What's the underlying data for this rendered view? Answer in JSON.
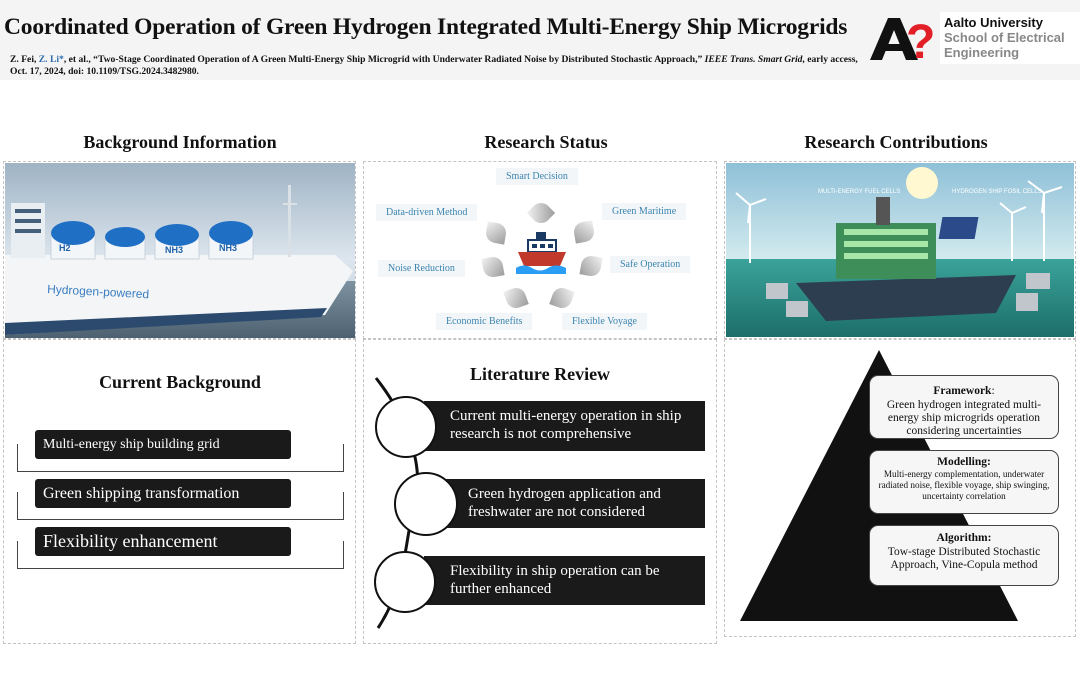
{
  "header": {
    "title": "Coordinated Operation of Green Hydrogen Integrated Multi-Energy Ship Microgrids",
    "citation": {
      "authors_prefix": "Z. Fei, ",
      "author_highlight": "Z. Li*",
      "authors_suffix": ", et al., “Two-Stage Coordinated Operation of A Green Multi-Energy Ship Microgrid with Underwater Radiated Noise by Distributed Stochastic Approach,” ",
      "journal": "IEEE Trans. Smart Grid",
      "details": ", early access, Oct. 17, 2024, doi: 10.1109/TSG.2024.3482980."
    },
    "logo": {
      "mark": "A?",
      "name": "Aalto University",
      "school": "School of Electrical",
      "dept": "Engineering"
    }
  },
  "background": {
    "title": "Background Information",
    "image_hull_text": "Hydrogen-powered",
    "tanks": [
      "H2",
      "NH3",
      "NH3"
    ]
  },
  "current_background": {
    "title": "Current Background",
    "items": [
      "Multi-energy ship building grid",
      "Green shipping transformation",
      "Flexibility enhancement"
    ]
  },
  "research_status": {
    "title": "Research Status",
    "labels": {
      "smart_decision": "Smart Decision",
      "data_driven": "Data-driven Method",
      "green_maritime": "Green Maritime",
      "noise_reduction": "Noise Reduction",
      "safe_operation": "Safe Operation",
      "economic_benefits": "Economic Benefits",
      "flexible_voyage": "Flexible Voyage"
    }
  },
  "literature_review": {
    "title": "Literature Review",
    "items": [
      "Current multi-energy operation in ship research is not comprehensive",
      "Green hydrogen application and freshwater are not considered",
      "Flexibility in ship operation can be further enhanced"
    ]
  },
  "research_contributions": {
    "title": "Research Contributions",
    "image_labels": [
      "MULTI-ENERGY FUEL CELLS",
      "HYDROGEN SHIP FOSIL CELLS"
    ],
    "framework": {
      "head": "Framework",
      "colon": ":",
      "body": "Green hydrogen integrated multi-energy ship microgrids operation considering uncertainties"
    },
    "modelling": {
      "head": "Modelling:",
      "body": "Multi-energy complementation, underwater radiated noise, flexible voyage, ship swinging, uncertainty correlation"
    },
    "algorithm": {
      "head": "Algorithm:",
      "body": "Tow-stage Distributed Stochastic Approach, Vine-Copula method"
    }
  }
}
